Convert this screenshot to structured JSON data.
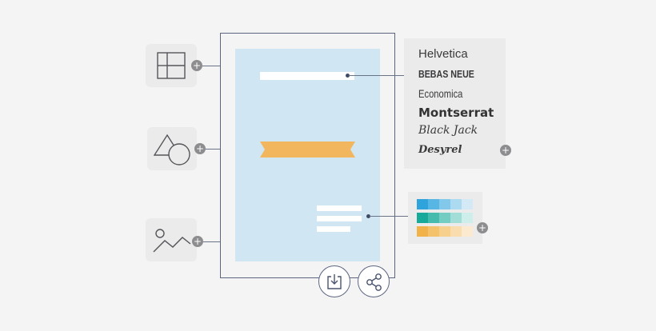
{
  "fonts": {
    "items": [
      "Helvetica",
      "BEBAS NEUE",
      "Economica",
      "Montserrat",
      "Black Jack",
      "Desyrel"
    ]
  },
  "icons": {
    "layout": "layout-grid-icon",
    "shapes": "shapes-icon",
    "image": "image-icon",
    "download": "download-icon",
    "share": "share-icon",
    "add": "plus-icon"
  },
  "add_symbol": "+",
  "colors": {
    "palette": [
      [
        "#2ea3dc",
        "#58b6e4",
        "#82c8ea",
        "#acdaf0",
        "#d3eaf6"
      ],
      [
        "#17a99a",
        "#45bbae",
        "#74cdc3",
        "#a2ded7",
        "#cdeeea"
      ],
      [
        "#f2b24a",
        "#f5c26c",
        "#f7d08e",
        "#f9ddaf",
        "#fbead0"
      ]
    ],
    "accent_ribbon": "#f2b75e",
    "canvas": "#d0e6f2",
    "frame": "#5c6680"
  }
}
